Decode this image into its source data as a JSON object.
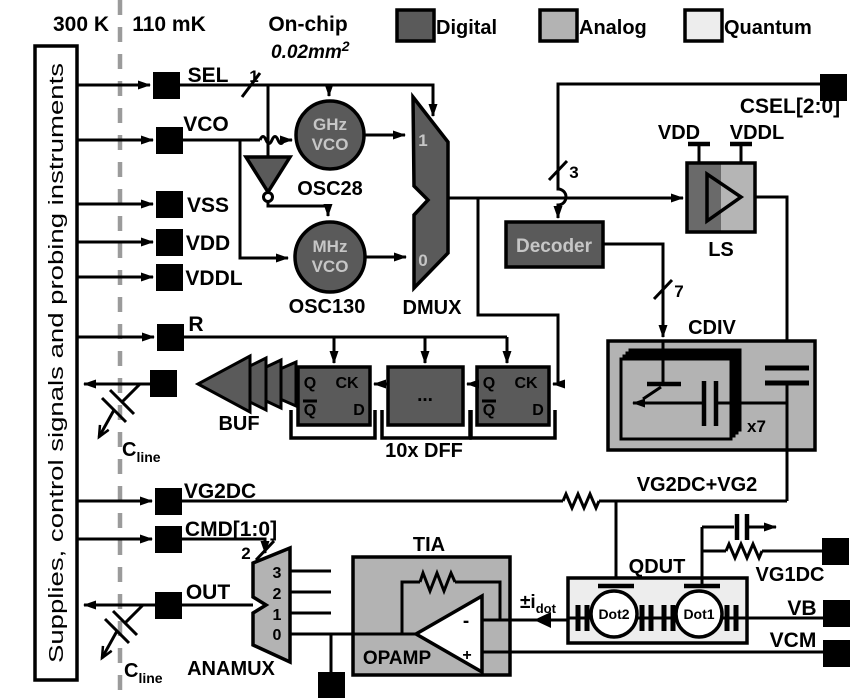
{
  "header": {
    "temp_left": "300 K",
    "temp_right": "110 mK",
    "onchip_title": "On-chip",
    "onchip_area": "0.02mm",
    "onchip_area_exp": "2"
  },
  "legend": {
    "digital": "Digital",
    "analog": "Analog",
    "quantum": "Quantum",
    "digital_color": "#5a5a5a",
    "analog_color": "#b3b3b3",
    "quantum_color": "#ededed"
  },
  "instruments": {
    "label": "Supplies, control signals and probing instruments"
  },
  "pads": {
    "sel": "SEL",
    "vco": "VCO",
    "vss": "VSS",
    "vdd": "VDD",
    "vddl": "VDDL",
    "r": "R",
    "vg2dc": "VG2DC",
    "cmd": "CMD[1:0]",
    "out": "OUT",
    "csel": "CSEL[2:0]",
    "vg1dc": "VG1DC",
    "vb": "VB",
    "vcm": "VCM"
  },
  "bus": {
    "sel_width": "1",
    "csel_width": "3",
    "decoder_width": "7",
    "cmd_width": "2"
  },
  "osc": {
    "ghz_top": "GHz",
    "ghz_bottom": "VCO",
    "ghz_name": "OSC28",
    "mhz_top": "MHz",
    "mhz_bottom": "VCO",
    "mhz_name": "OSC130"
  },
  "dmux": {
    "name": "DMUX",
    "in1": "1",
    "in0": "0"
  },
  "decoder": {
    "name": "Decoder"
  },
  "ls": {
    "name": "LS",
    "vdd": "VDD",
    "vddl": "VDDL"
  },
  "cdiv": {
    "name": "CDIV",
    "mult": "x7"
  },
  "dff": {
    "caption": "10x DFF",
    "q": "Q",
    "ck": "CK",
    "qb": "Q",
    "d": "D",
    "dots": "..."
  },
  "buf": {
    "name": "BUF"
  },
  "anamux": {
    "name": "ANAMUX",
    "in3": "3",
    "in2": "2",
    "in1": "1",
    "in0": "0"
  },
  "tia": {
    "name": "TIA",
    "opamp": "OPAMP",
    "minus": "-",
    "plus": "+"
  },
  "qdut": {
    "name": "QDUT",
    "dot1": "Dot1",
    "dot2": "Dot2"
  },
  "signals": {
    "vg2_sum": "VG2DC+VG2",
    "idot_main": "±i",
    "idot_sub": "dot",
    "cline_main": "C",
    "cline_sub": "line"
  }
}
